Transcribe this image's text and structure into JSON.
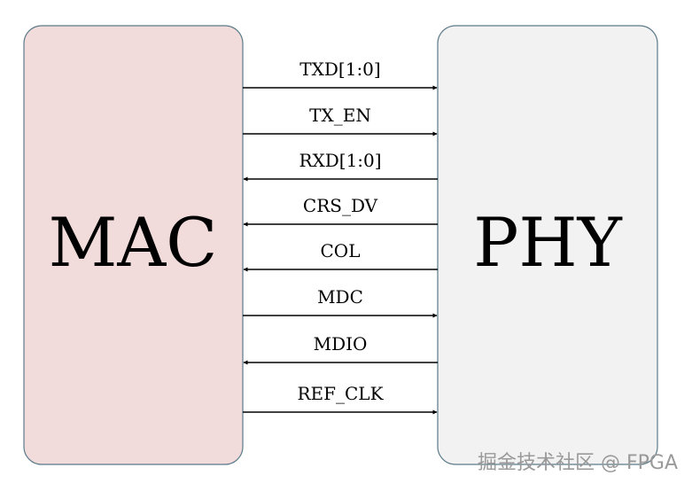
{
  "blocks": {
    "left": {
      "label": "MAC",
      "fill": "#f2dcdb",
      "stroke": "#5b7a89"
    },
    "right": {
      "label": "PHY",
      "fill": "#f2f2f2",
      "stroke": "#5b7a89"
    }
  },
  "signals": [
    {
      "name": "TXD[1:0]",
      "direction": "mac-to-phy"
    },
    {
      "name": "TX_EN",
      "direction": "mac-to-phy"
    },
    {
      "name": "RXD[1:0]",
      "direction": "phy-to-mac"
    },
    {
      "name": "CRS_DV",
      "direction": "phy-to-mac"
    },
    {
      "name": "COL",
      "direction": "phy-to-mac"
    },
    {
      "name": "MDC",
      "direction": "mac-to-phy"
    },
    {
      "name": "MDIO",
      "direction": "phy-to-mac"
    },
    {
      "name": "REF_CLK",
      "direction": "mac-to-phy"
    }
  ],
  "watermark": "掘金技术社区 @ FPGA",
  "colors": {
    "arrow": "#000000",
    "watermark": "#9a9a9a"
  }
}
